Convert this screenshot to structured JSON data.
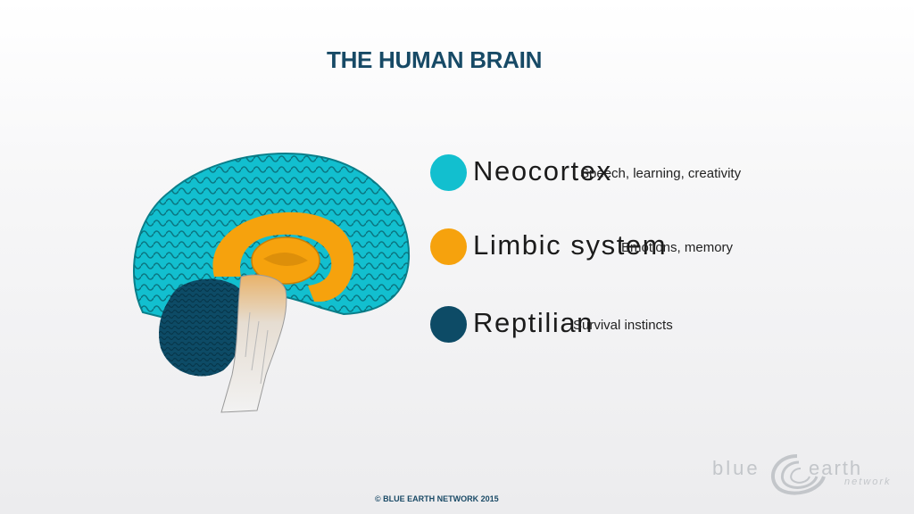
{
  "title": "THE HUMAN BRAIN",
  "legend": [
    {
      "name": "Neocortex",
      "description": "Speech, learning, creativity",
      "color": "#12bfcf"
    },
    {
      "name": "Limbic system",
      "description": "Emotions, memory",
      "color": "#f6a20d"
    },
    {
      "name": "Reptilian",
      "description": "Survival instincts",
      "color": "#0d4b66"
    }
  ],
  "footer": "© BLUE EARTH NETWORK 2015",
  "logo": {
    "word1": "blue",
    "word2": "earth",
    "word3": "network"
  },
  "brain_icon": "brain-illustration"
}
